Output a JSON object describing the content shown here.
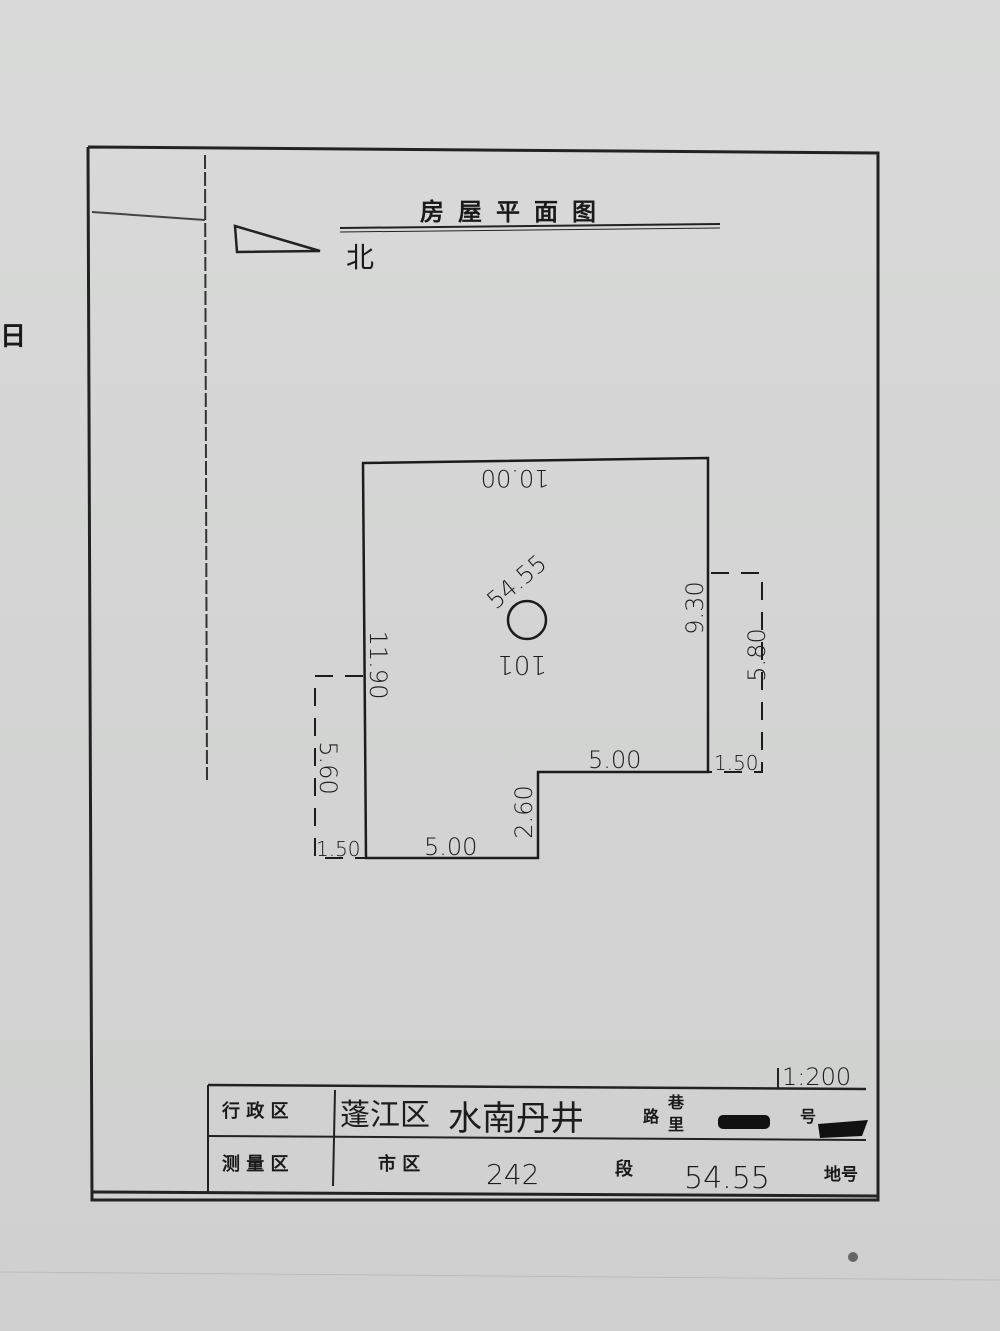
{
  "edge_char": "日",
  "title": "房屋平面图",
  "north_label": "北",
  "plan": {
    "top": "10.00",
    "left": "11.90",
    "left_dashed": "5.60",
    "left_bottom_step": "1.50",
    "bottom_left": "5.00",
    "notch_height": "2.60",
    "notch_top": "5.00",
    "right": "9.30",
    "right_dashed": "5.80",
    "right_bottom_step": "1.50",
    "area": "54.55",
    "unit_number": "101"
  },
  "scale": "1:200",
  "table": {
    "row1_label": "行 政 区",
    "district": "蓬江区",
    "street": "水南丹井",
    "road_lane_1": "巷",
    "road_lane_2": "路",
    "road_lane_3": "里",
    "number_label": "号",
    "row2_label": "测 量 区",
    "city_district_label": "市 区",
    "section_value": "242",
    "section_label": "段",
    "lot_value": "54.55",
    "lot_label": "地号"
  }
}
